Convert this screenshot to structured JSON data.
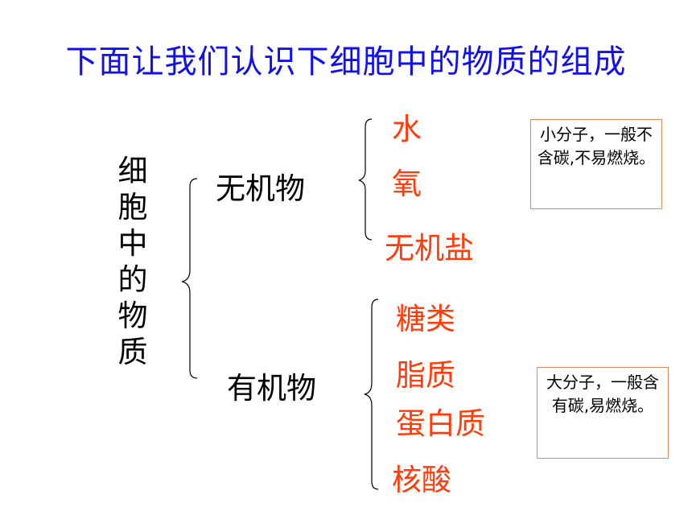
{
  "title": "下面让我们认识下细胞中的物质的组成",
  "root": "细胞中的物质",
  "inorganic": {
    "label": "无机物",
    "items": [
      "水",
      "氧",
      "无机盐"
    ],
    "note": "小分子，一般不含碳,不易燃烧。"
  },
  "organic": {
    "label": "有机物",
    "items": [
      "糖类",
      "脂质",
      "蛋白质",
      "核酸"
    ],
    "note": "大分子，一般含有碳,易燃烧。"
  }
}
